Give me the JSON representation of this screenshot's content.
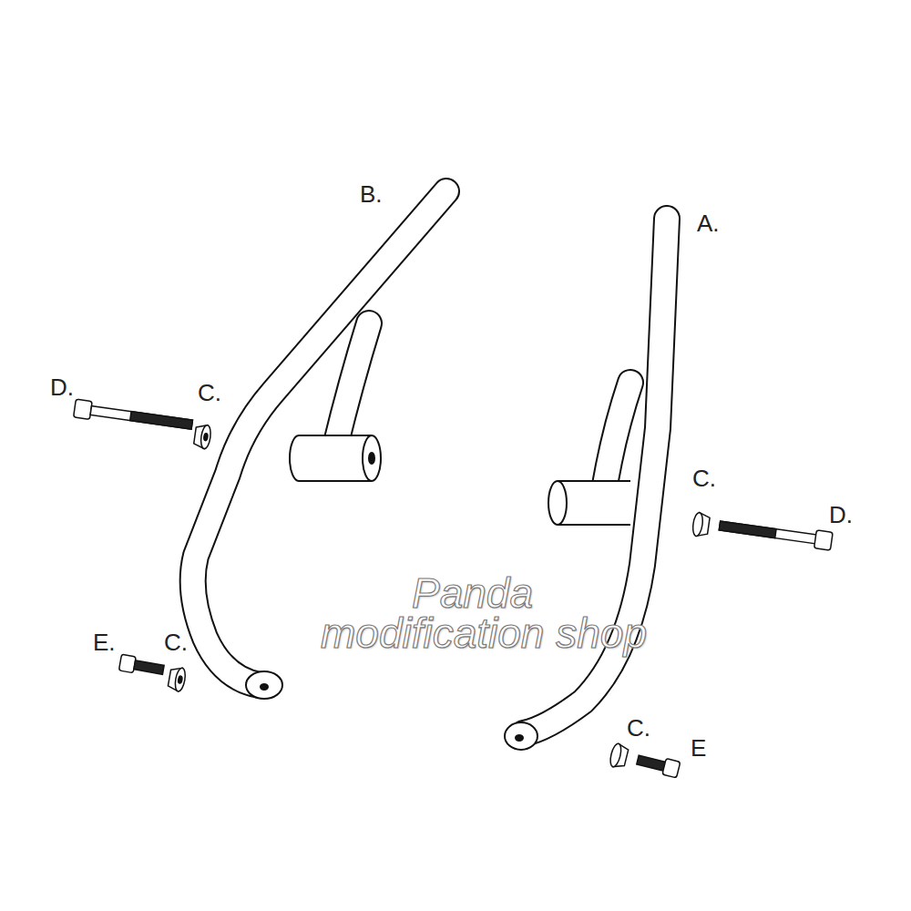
{
  "diagram": {
    "labels": [
      "B.",
      "A.",
      "D.",
      "C.",
      "C.",
      "D.",
      "Panda",
      "modification shop",
      "E.",
      "C.",
      "C.",
      "E"
    ]
  }
}
